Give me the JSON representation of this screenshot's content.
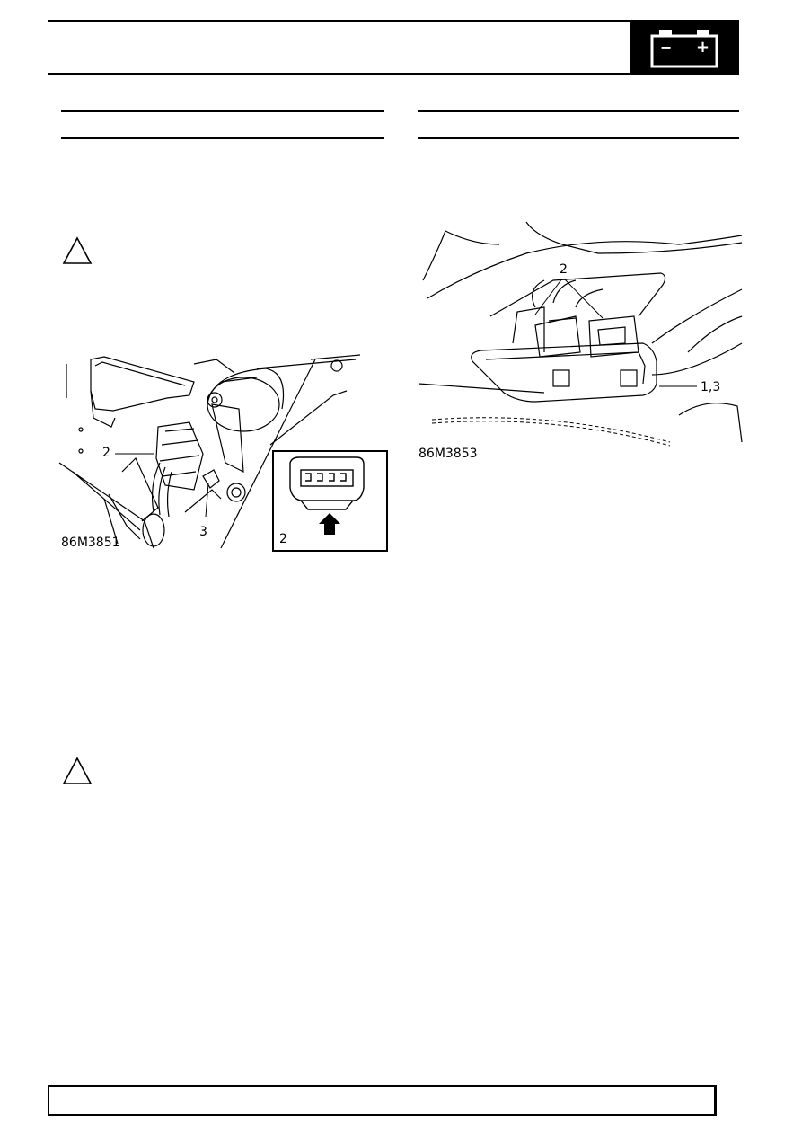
{
  "header": {
    "battery_icon": "battery-icon",
    "battery_minus": "−",
    "battery_plus": "+"
  },
  "left_figure": {
    "callout_2": "2",
    "callout_3": "3",
    "inset_callout": "2",
    "figure_ref": "86M3851"
  },
  "right_figure": {
    "callout_2": "2",
    "callout_1_3": "1,3",
    "figure_ref": "86M3853"
  },
  "icons": {
    "caution_top": "warning-triangle-icon",
    "caution_bottom": "warning-triangle-icon"
  },
  "colors": {
    "ink": "#000000",
    "paper": "#ffffff"
  }
}
